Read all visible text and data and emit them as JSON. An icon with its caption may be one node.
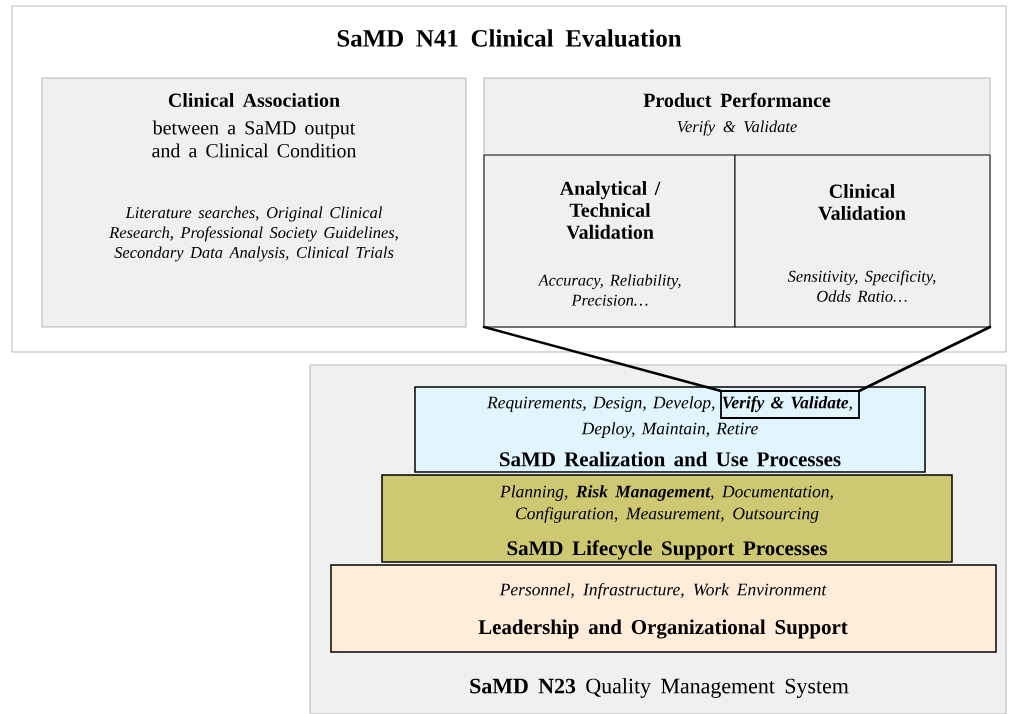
{
  "diagram": {
    "nodes": [
      {
        "text": [
          "SaMD N41 Clinical Evaluation"
        ]
      },
      {
        "text": [
          "Clinical Association",
          "between a SaMD output and a Clinical Condition",
          "Literature searches, Original Clinical Research, Professional Society Guidelines, Secondary Data Analysis, Clinical Trials"
        ],
        "in": 0
      },
      {
        "text": [
          "Product Performance",
          "Verify & Validate"
        ],
        "in": 0
      },
      {
        "text": [
          "Analytical / Technical Validation",
          "Accuracy, Reliability, Precision…"
        ],
        "in": 2
      },
      {
        "text": [
          "Clinical Validation",
          "Sensitivity, Specificity, Odds Ratio…"
        ],
        "in": 2
      },
      {
        "text": [
          "**SaMD N23** Quality Management System"
        ]
      },
      {
        "text": [
          "Requirements, Design, Develop, **Verify & Validate**, Deploy, Maintain, Retire",
          "SaMD Realization and Use Processes"
        ],
        "in": 5
      },
      {
        "text": [],
        "shape": "box",
        "in": 6
      },
      {
        "text": [
          "Planning, **Risk Management**, Documentation, Configuration, Measurement, Outsourcing",
          "SaMD Lifecycle Support Processes"
        ],
        "in": 5
      },
      {
        "text": [
          "Personnel, Infrastructure, Work Environment",
          "Leadership and Organizational Support"
        ],
        "in": 5
      }
    ],
    "edges": [
      {
        "from": 2,
        "to": 7,
        "arrow": "none"
      },
      {
        "from": 2,
        "to": 7,
        "arrow": "none"
      }
    ]
  }
}
